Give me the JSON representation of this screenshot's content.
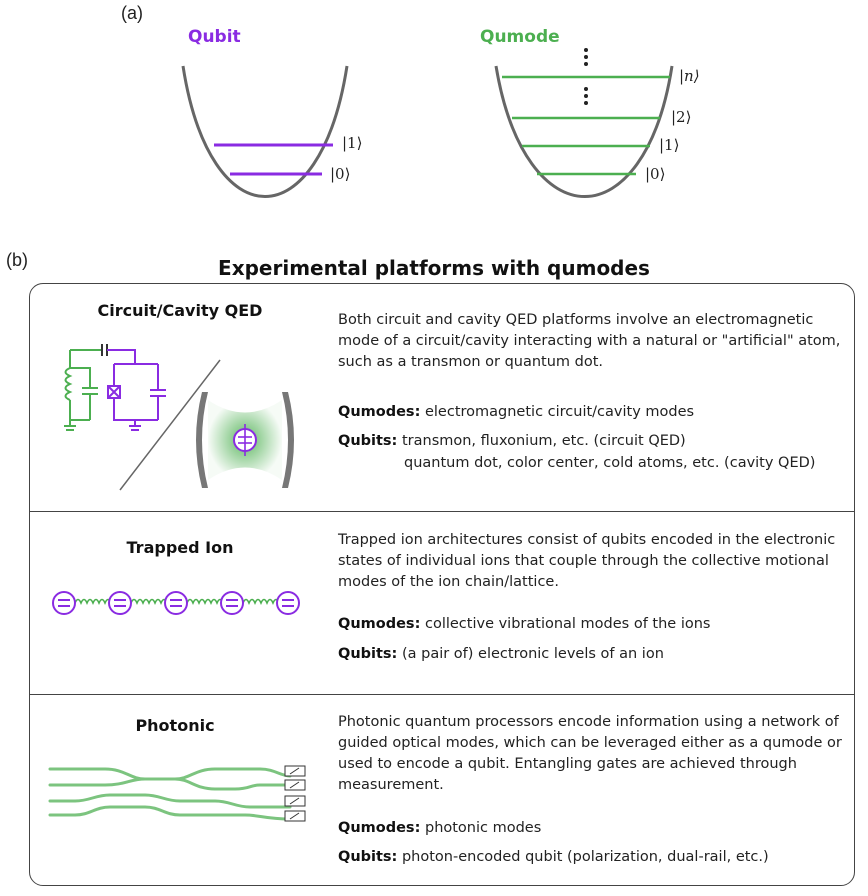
{
  "panel_a": {
    "label": "(a)",
    "qubit": {
      "title": "Qubit",
      "levels": [
        "|1⟩",
        "|0⟩"
      ]
    },
    "qumode": {
      "title": "Qumode",
      "levels": [
        "|n⟩",
        "|2⟩",
        "|1⟩",
        "|0⟩"
      ]
    }
  },
  "panel_b": {
    "label": "(b)",
    "title": "Experimental platforms with qumodes",
    "rows": [
      {
        "title": "Circuit/Cavity QED",
        "description": "Both circuit and cavity QED platforms involve an electromagnetic mode of a circuit/cavity interacting with a natural or \"artificial\" atom, such as a transmon or quantum dot.",
        "qumodes_label": "Qumodes:",
        "qumodes_value": "electromagnetic circuit/cavity modes",
        "qubits_label": "Qubits:",
        "qubits_value": "transmon, fluxonium, etc. (circuit QED)",
        "qubits_value_2": "quantum dot, color center, cold atoms, etc. (cavity QED)"
      },
      {
        "title": "Trapped Ion",
        "description": "Trapped ion architectures consist of qubits encoded in the electronic states of individual ions that couple through the collective motional modes of the ion chain/lattice.",
        "qumodes_label": "Qumodes:",
        "qumodes_value": "collective vibrational modes of the ions",
        "qubits_label": "Qubits:",
        "qubits_value": "(a pair of) electronic levels of an ion"
      },
      {
        "title": "Photonic",
        "description": "Photonic quantum processors encode information using a network of guided optical modes, which can be leveraged either as a qumode or used to encode a qubit. Entangling gates are achieved through measurement.",
        "qumodes_label": "Qumodes:",
        "qumodes_value": "photonic modes",
        "qubits_label": "Qubits:",
        "qubits_value": "photon-encoded qubit (polarization, dual-rail, etc.)"
      }
    ]
  },
  "colors": {
    "qubit": "#8a2be2",
    "qumode": "#4caf50",
    "well": "#666666"
  }
}
